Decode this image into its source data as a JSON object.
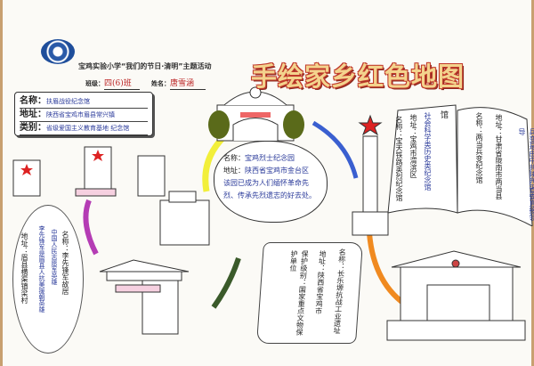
{
  "header": {
    "school_activity": "宝鸡实验小学“我们的节日·清明”主题活动",
    "title": "手绘家乡红色地图",
    "class_label": "班级：",
    "class_value": "四(6)班",
    "name_label": "姓名：",
    "name_value": "唐雪涵"
  },
  "info_box": {
    "name_label": "名称：",
    "name_value": "扶眉战役纪念馆",
    "address_label": "地址：",
    "address_value": "陕西省宝鸡市眉县常兴镇",
    "category_label": "类别：",
    "category_value": "省级爱国主义教育基地 纪念馆"
  },
  "cloud": {
    "name_label": "名称：",
    "name_value": "宝鸡烈士纪念园",
    "address_label": "地址：",
    "address_value": "陕西省宝鸡市金台区",
    "description": "该园已成为人们缅怀革命先烈、传承先烈遗志的好去处。"
  },
  "book": {
    "left_name": "名称：宝天铁路英烈纪念馆",
    "left_address": "地址：宝鸡市渭滨区",
    "left_category": "社会科学类历史类纪念馆",
    "left_tag": "馆",
    "right_name": "名称：两当兵变纪念馆",
    "right_address": "地址：甘肃省陇南市两当县",
    "right_note": "兵变是由中共陕西省委直接领导"
  },
  "leaf": {
    "name": "名称：李先锋军故居",
    "note1": "中国人民志愿军英雄",
    "note2": "李先锋军是眉县人抗美援朝英雄",
    "address": "地址：眉县横渠镇梁村"
  },
  "scroll": {
    "name": "名称：长乐塬抗战工业遗址",
    "address": "地址：陕西省宝鸡市",
    "level": "保护级别：国家重点文物保护单位"
  },
  "colors": {
    "title_fill": "#f3d38d",
    "title_outline": "#c0392b",
    "ink_blue": "#2a3a9a"
  }
}
